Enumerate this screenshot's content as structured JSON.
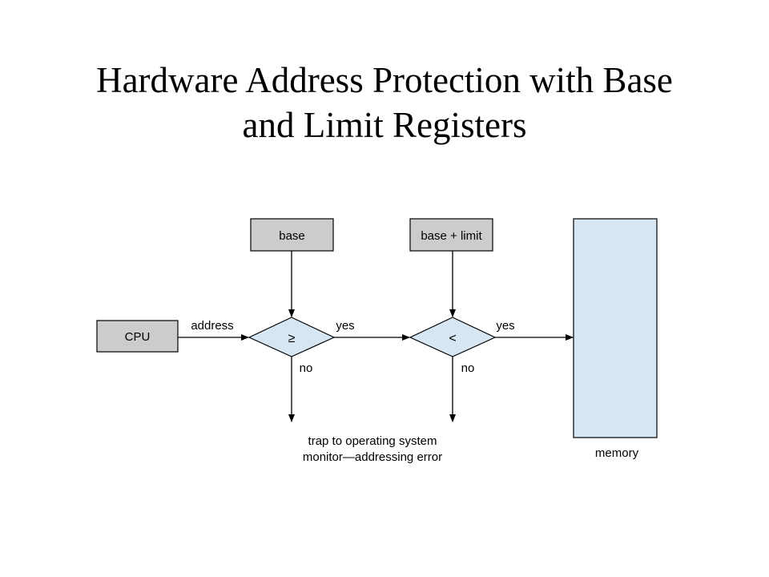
{
  "title": {
    "line1": "Hardware Address Protection with Base",
    "line2": "and Limit Registers"
  },
  "diagram": {
    "cpu_label": "CPU",
    "base_label": "base",
    "base_limit_label": "base + limit",
    "memory_label": "memory",
    "address_label": "address",
    "compare1_symbol": "≥",
    "compare2_symbol": "<",
    "yes1_label": "yes",
    "yes2_label": "yes",
    "no1_label": "no",
    "no2_label": "no",
    "trap_line1": "trap to operating system",
    "trap_line2": "monitor—addressing error",
    "colors": {
      "register_fill": "#cccccc",
      "compare_fill": "#d6e6f2",
      "memory_fill": "#d6e6f2",
      "stroke": "#000000"
    }
  }
}
